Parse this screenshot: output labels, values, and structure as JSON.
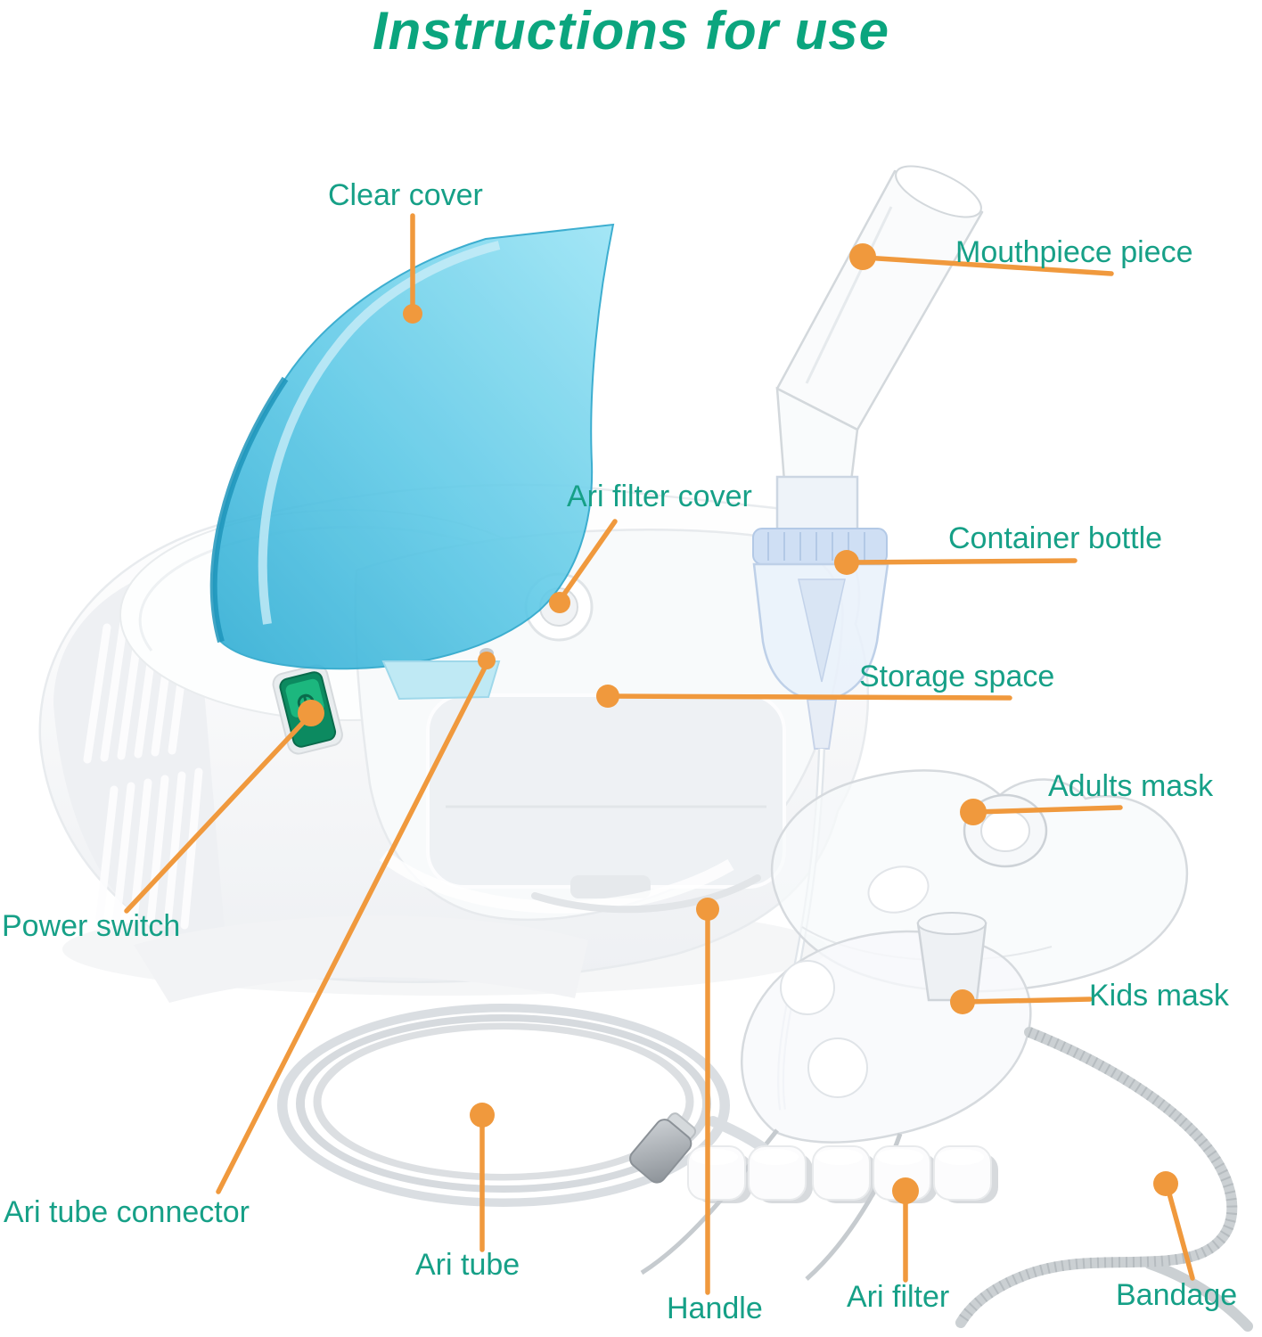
{
  "title": "Instructions for use",
  "colors": {
    "title_green": "#0ba57e",
    "label_teal": "#16a087",
    "leader_orange": "#f0993d",
    "lid_blue": "#45bede",
    "switch_green": "#12995f"
  },
  "labels": {
    "clear_cover": "Clear cover",
    "mouthpiece": "Mouthpiece piece",
    "air_filter_cover": "Ari filter cover",
    "container_bottle": "Container bottle",
    "storage_space": "Storage space",
    "adults_mask": "Adults mask",
    "kids_mask": "Kids mask",
    "power_switch": "Power switch",
    "air_tube_connector": "Ari tube connector",
    "air_tube": "Ari tube",
    "handle": "Handle",
    "air_filter": "Ari filter",
    "bandage": "Bandage"
  }
}
